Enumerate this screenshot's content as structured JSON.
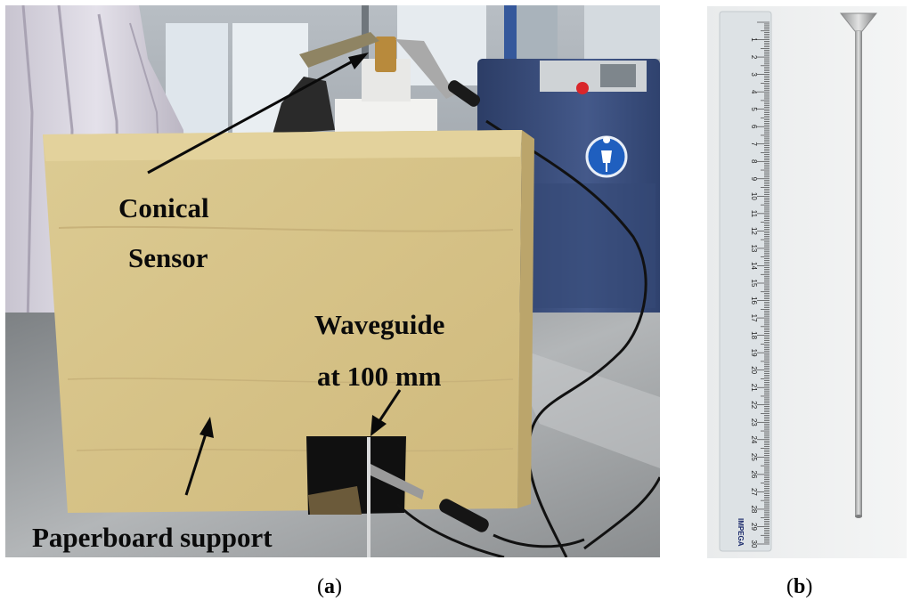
{
  "figure": {
    "panel_a": {
      "labels": {
        "conical_line1": "Conical",
        "conical_line2": "Sensor",
        "waveguide_line1": "Waveguide",
        "waveguide_line2": "at 100 mm",
        "paperboard": "Paperboard support"
      },
      "caption_letter": "a"
    },
    "panel_b": {
      "ruler_brand": "IMPEGA",
      "ruler_numbers": [
        "1",
        "2",
        "3",
        "4",
        "5",
        "6",
        "7",
        "8",
        "9",
        "10",
        "11",
        "12",
        "13",
        "14",
        "15",
        "16",
        "17",
        "18",
        "19",
        "20",
        "21",
        "22",
        "23",
        "24",
        "25",
        "26",
        "27",
        "28",
        "29",
        "30"
      ],
      "caption_letter": "b"
    }
  },
  "colors": {
    "box": "#d9c48a",
    "table": "#9ea2a5",
    "machine": "#3a4e7a",
    "sign": "#1f5fbf",
    "ruler": "#e2e6e8"
  }
}
